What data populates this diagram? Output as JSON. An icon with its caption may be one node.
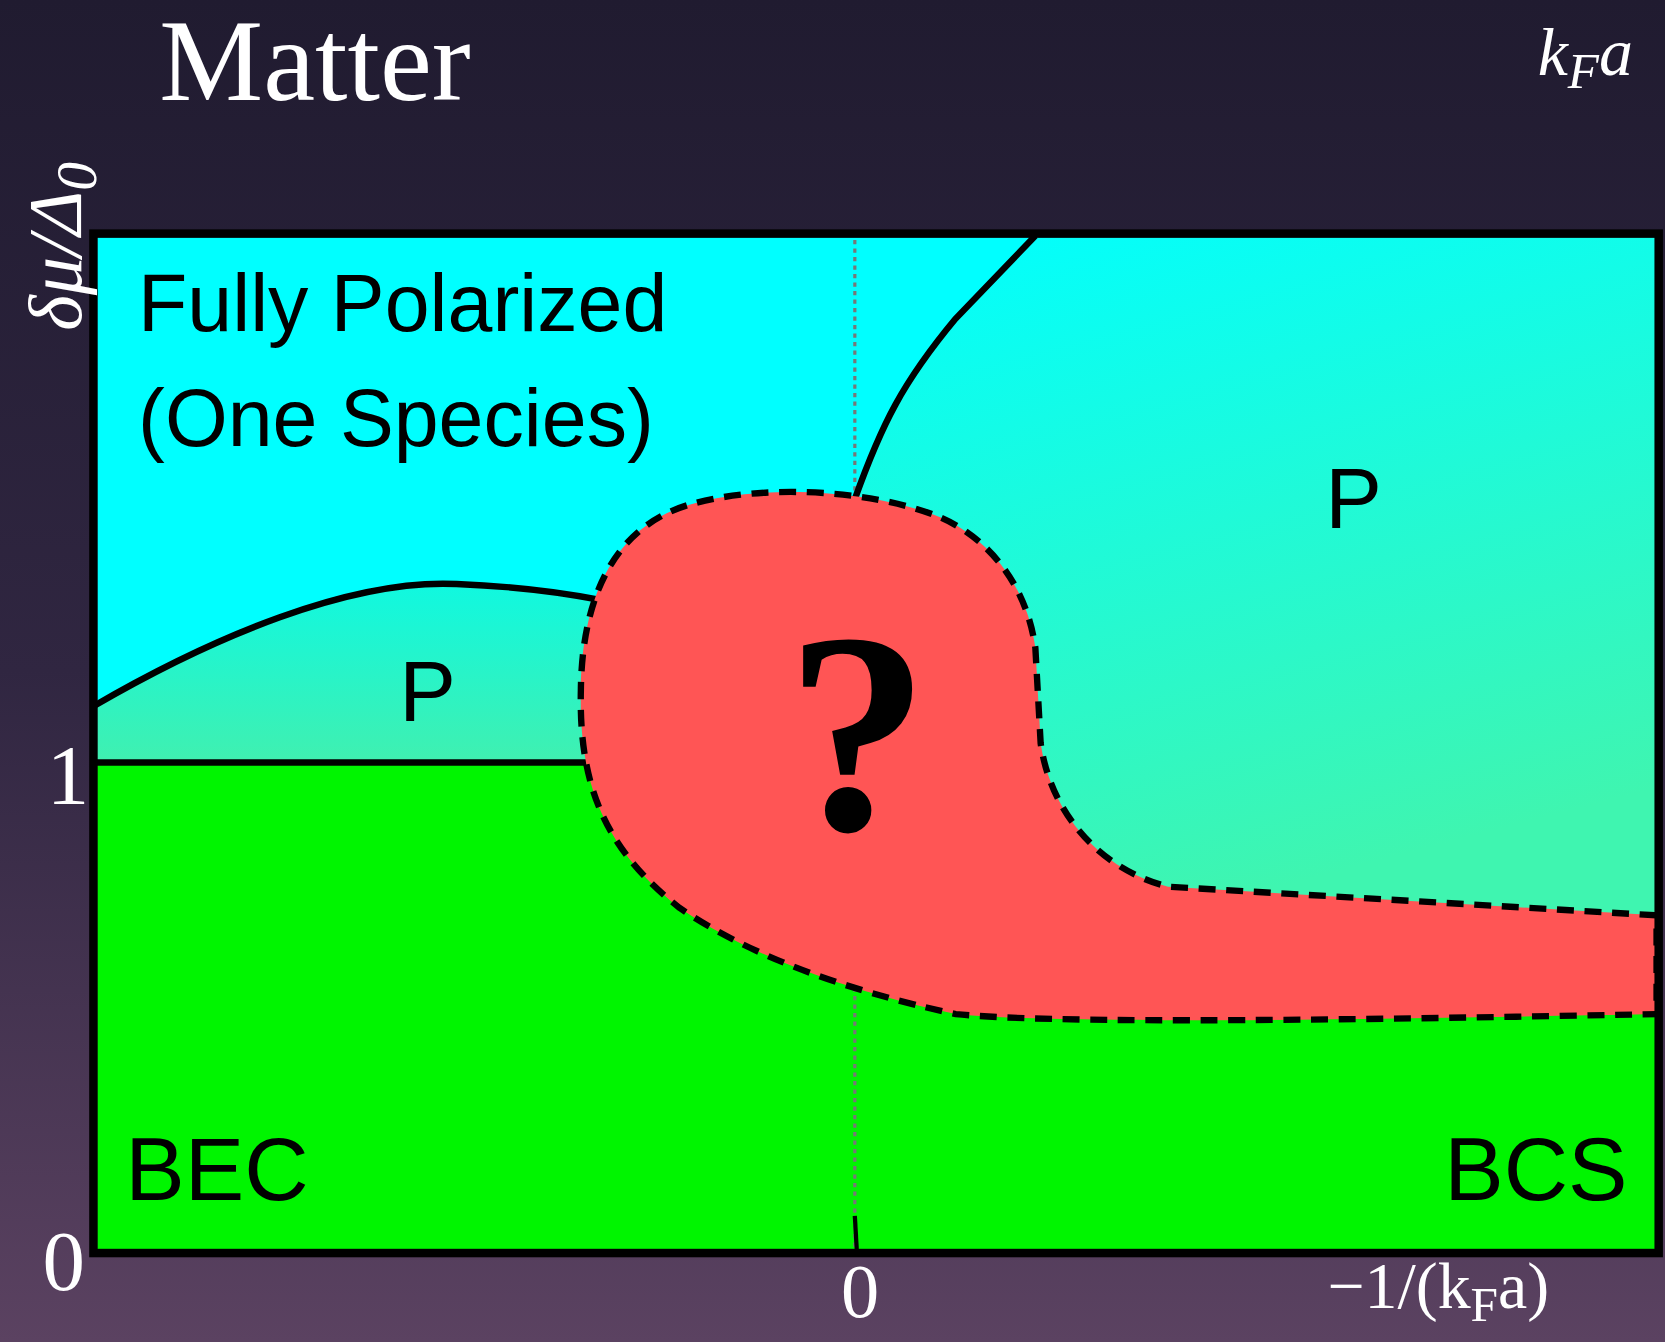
{
  "diagram": {
    "title": "Matter",
    "labels": [
      "k$_{F}$a",
      "δμ/Δ$_{0}$",
      "Fully Polarized (One Species)",
      "P",
      "P",
      "?",
      "1",
      "BEC",
      "BCS",
      "0",
      "0",
      "−1/(k$_{F}$a)"
    ]
  }
}
